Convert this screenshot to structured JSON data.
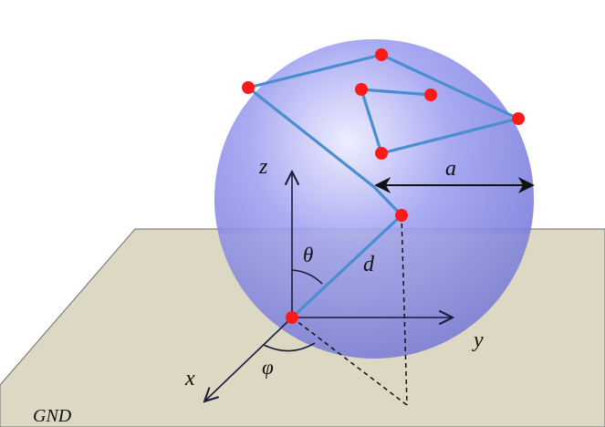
{
  "labels": {
    "z_axis": "z",
    "y_axis": "y",
    "x_axis": "x",
    "theta": "θ",
    "phi": "φ",
    "distance": "d",
    "radius": "a",
    "ground": "GND"
  },
  "colors": {
    "ground_fill": "#dcd8c3",
    "ground_stroke": "#6b6b6b",
    "sphere_center": "#ecebff",
    "sphere_mid": "#9c9ef0",
    "sphere_edge": "#6f72d6",
    "path": "#4a8ed0",
    "node": "#ff1a1a",
    "axis": "#1a1a3a",
    "dashed": "#111111"
  },
  "nodes": [
    {
      "id": "n1",
      "role": "node"
    },
    {
      "id": "n2",
      "role": "node"
    },
    {
      "id": "n3",
      "role": "node"
    },
    {
      "id": "n4",
      "role": "node"
    },
    {
      "id": "n5",
      "role": "node"
    },
    {
      "id": "n6",
      "role": "node"
    },
    {
      "id": "n7",
      "role": "node"
    },
    {
      "id": "n8",
      "role": "node"
    }
  ]
}
